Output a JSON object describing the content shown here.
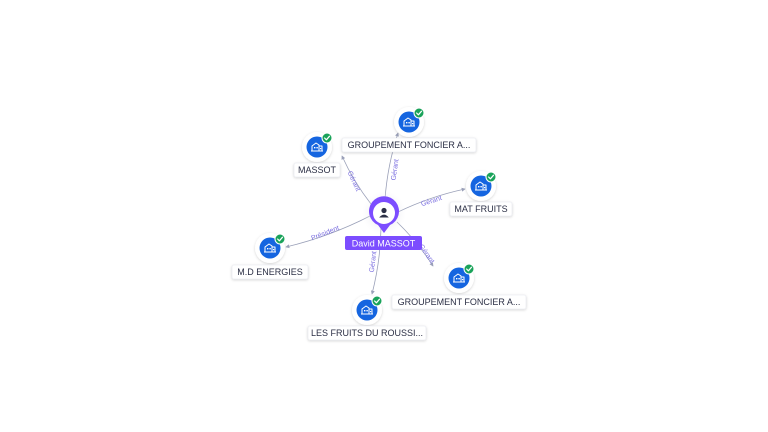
{
  "center": {
    "name": "David MASSOT",
    "icon": "person-icon",
    "color": "#7c4dff"
  },
  "nodes": [
    {
      "id": "massot",
      "label": "MASSOT",
      "icon": "building-icon",
      "verified": true,
      "edge_label": "Gérant"
    },
    {
      "id": "gfa1",
      "label": "GROUPEMENT FONCIER A...",
      "icon": "building-icon",
      "verified": true,
      "edge_label": "Gérant"
    },
    {
      "id": "matfruits",
      "label": "MAT FRUITS",
      "icon": "building-icon",
      "verified": true,
      "edge_label": "Gérant"
    },
    {
      "id": "gfa2",
      "label": "GROUPEMENT FONCIER A...",
      "icon": "building-icon",
      "verified": true,
      "edge_label": "Gérant"
    },
    {
      "id": "fruits",
      "label": "LES FRUITS DU ROUSSI...",
      "icon": "building-icon",
      "verified": true,
      "edge_label": "Gérant"
    },
    {
      "id": "mdenergies",
      "label": "M.D ENERGIES",
      "icon": "building-icon",
      "verified": true,
      "edge_label": "Président"
    }
  ],
  "colors": {
    "node_blue": "#1565e0",
    "check_green": "#1aa35a",
    "center_purple": "#7c4dff",
    "edge_label": "#7b6fe0"
  }
}
